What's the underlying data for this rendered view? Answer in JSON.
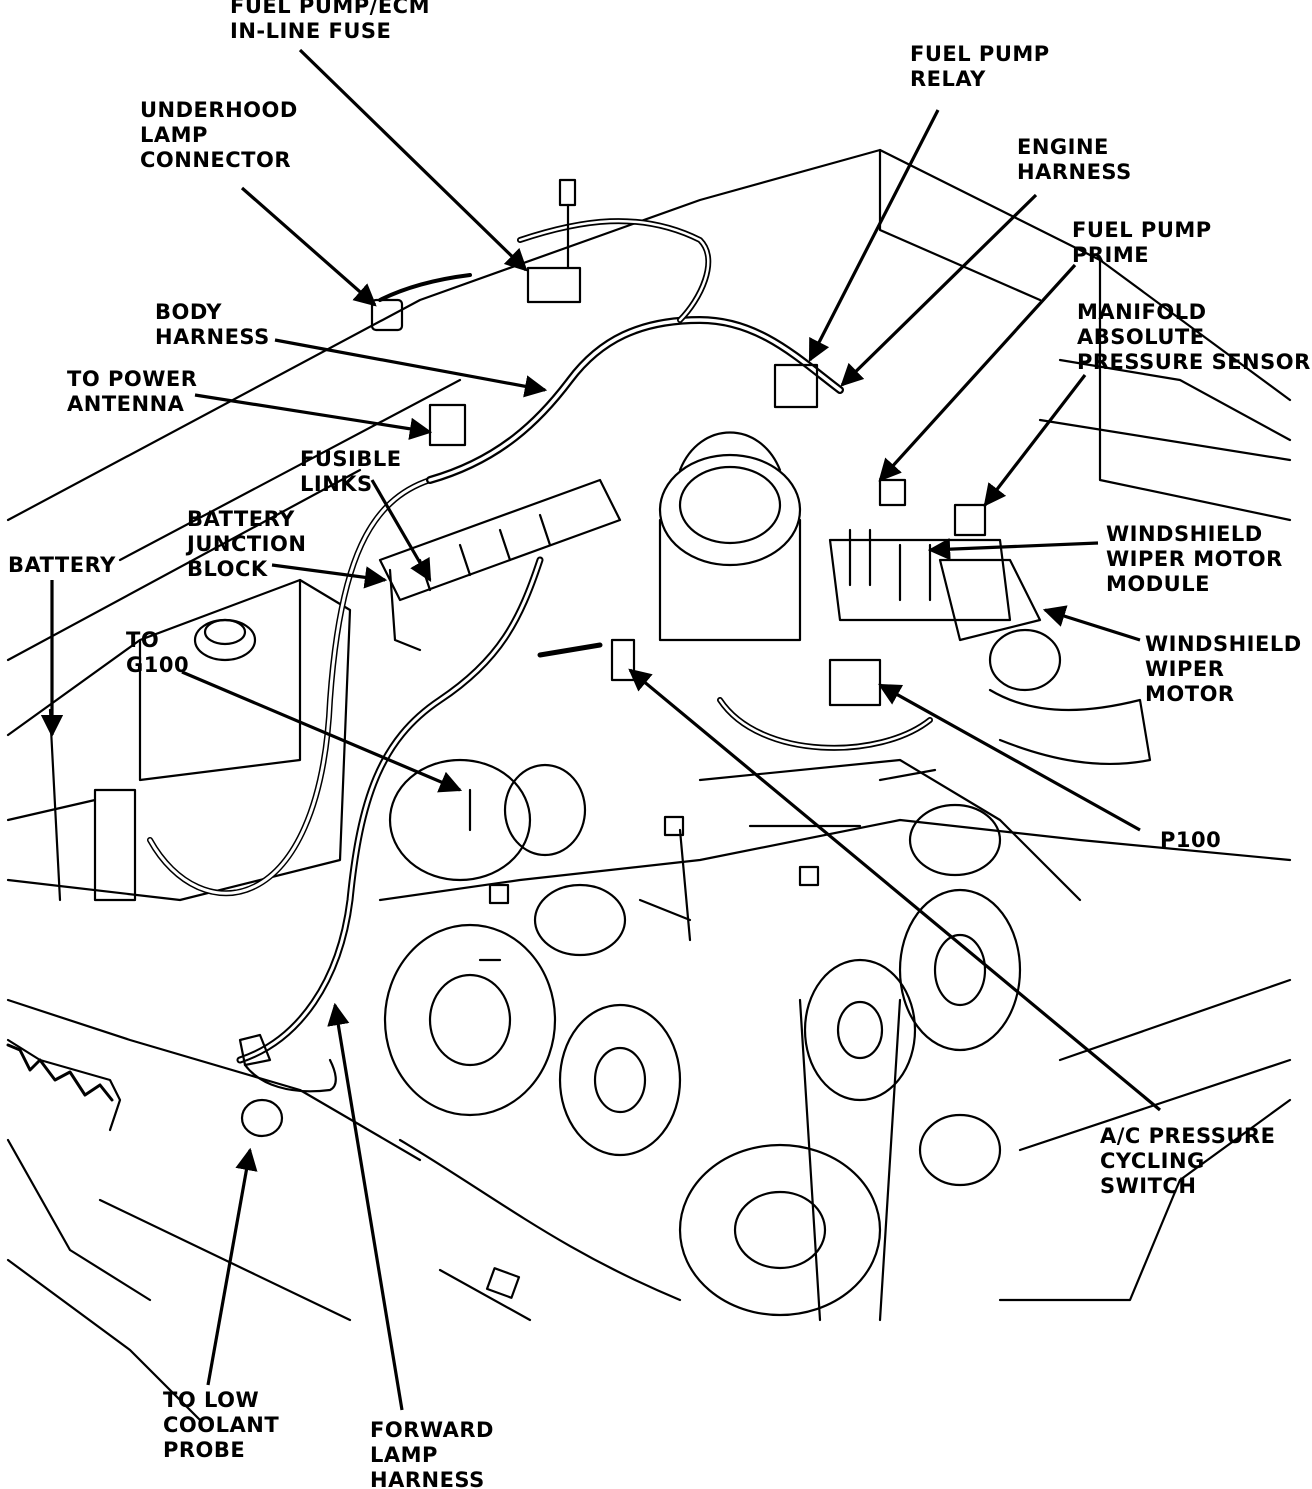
{
  "diagram": {
    "ink_color": "#000000",
    "paper_color": "#ffffff",
    "labels": {
      "fuel_pump_ecm_fuse": [
        "FUEL PUMP/ECM",
        "IN-LINE FUSE"
      ],
      "underhood_lamp_connector": [
        "UNDERHOOD",
        "LAMP",
        "CONNECTOR"
      ],
      "fuel_pump_relay": [
        "FUEL PUMP",
        "RELAY"
      ],
      "engine_harness": [
        "ENGINE",
        "HARNESS"
      ],
      "fuel_pump_prime": [
        "FUEL PUMP",
        "PRIME"
      ],
      "manifold_absolute_pressure_sensor": [
        "MANIFOLD",
        "ABSOLUTE",
        "PRESSURE SENSOR"
      ],
      "body_harness": [
        "BODY",
        "HARNESS"
      ],
      "to_power_antenna": [
        "TO POWER",
        "ANTENNA"
      ],
      "fusible_links": [
        "FUSIBLE",
        "LINKS"
      ],
      "battery_junction_block": [
        "BATTERY",
        "JUNCTION",
        "BLOCK"
      ],
      "battery": [
        "BATTERY"
      ],
      "to_g100": [
        "TO",
        "G100"
      ],
      "windshield_wiper_motor_module": [
        "WINDSHIELD",
        "WIPER MOTOR",
        "MODULE"
      ],
      "windshield_wiper_motor": [
        "WINDSHIELD",
        "WIPER",
        "MOTOR"
      ],
      "p100": [
        "P100"
      ],
      "ac_pressure_cycling_switch": [
        "A/C PRESSURE",
        "CYCLING",
        "SWITCH"
      ],
      "to_low_coolant_probe": [
        "TO LOW",
        "COOLANT",
        "PROBE"
      ],
      "forward_lamp_harness": [
        "FORWARD",
        "LAMP",
        "HARNESS"
      ]
    }
  }
}
